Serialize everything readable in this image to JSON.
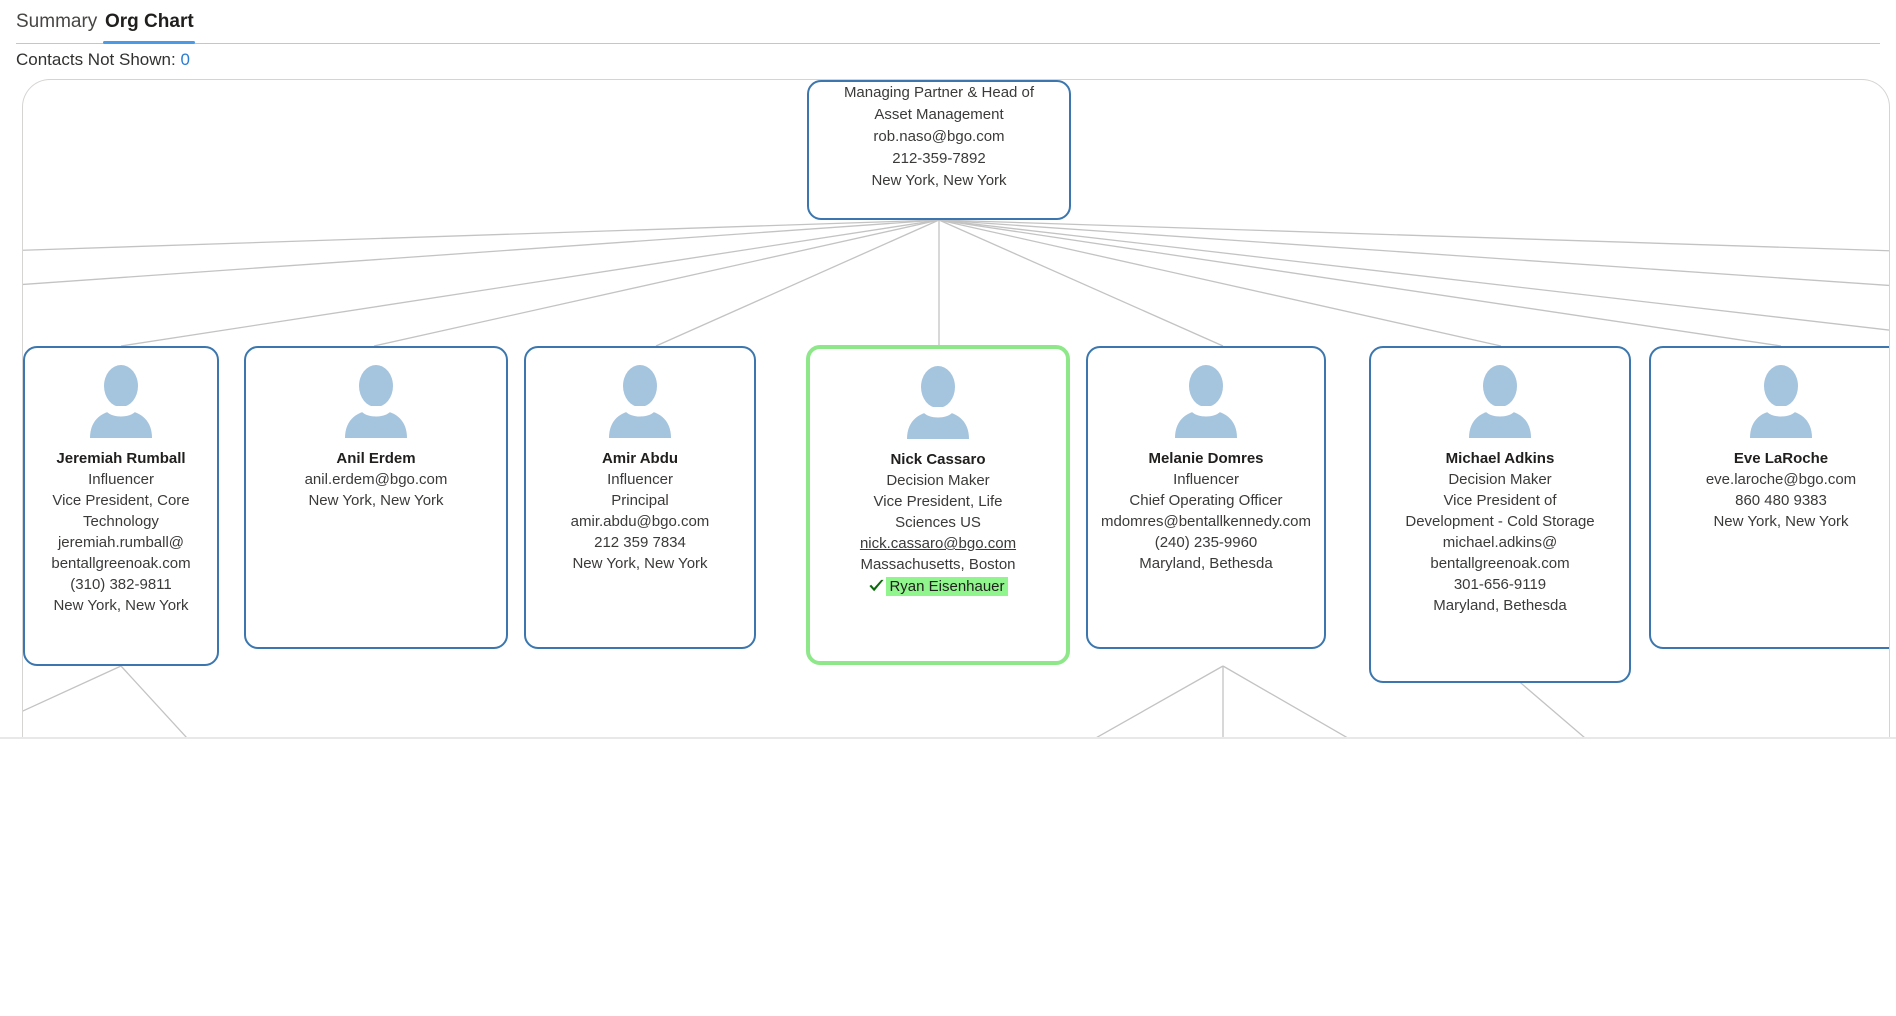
{
  "tabs": [
    {
      "label": "Summary",
      "active": false
    },
    {
      "label": "Org Chart",
      "active": true
    }
  ],
  "subheader": {
    "label": "Contacts Not Shown:",
    "count": "0"
  },
  "colors": {
    "node_border": "#3b77ae",
    "selected_border": "#8ee88a",
    "owner_highlight": "#8ff58c",
    "check": "#127a12",
    "accent": "#4a9ae8",
    "link": "#2b7cd3",
    "avatar": "#a5c4de",
    "edge": "#c3c3c3"
  },
  "chart_data": {
    "type": "org-chart",
    "root": {
      "name": "",
      "title": "Managing Partner & Head of Asset Management",
      "title_line1": "Managing Partner & Head of",
      "title_line2": "Asset Management",
      "email": "rob.naso@bgo.com",
      "phone": "212-359-7892",
      "location": "New York, New York"
    },
    "level1": [
      {
        "name": "Jeremiah Rumball",
        "role": "Influencer",
        "title_line1": "Vice President, Core",
        "title_line2": "Technology",
        "email_line1": "jeremiah.rumball@",
        "email_line2": "bentallgreenoak.com",
        "phone": "(310) 382-9811",
        "location": "New York, New York",
        "selected": false
      },
      {
        "name": "Anil Erdem",
        "role": "",
        "title_line1": "",
        "title_line2": "",
        "email_line1": "anil.erdem@bgo.com",
        "email_line2": "",
        "phone": "",
        "location": "New York, New York",
        "selected": false
      },
      {
        "name": "Amir Abdu",
        "role": "Influencer",
        "title_line1": "Principal",
        "title_line2": "",
        "email_line1": "amir.abdu@bgo.com",
        "email_line2": "",
        "phone": "212 359 7834",
        "location": "New York, New York",
        "selected": false
      },
      {
        "name": "Nick Cassaro",
        "role": "Decision Maker",
        "title_line1": "Vice President, Life",
        "title_line2": "Sciences US",
        "email_line1": "nick.cassaro@bgo.com",
        "email_line2": "",
        "phone": "",
        "location": "Massachusetts, Boston",
        "owner": "Ryan Eisenhauer",
        "selected": true
      },
      {
        "name": "Melanie Domres",
        "role": "Influencer",
        "title_line1": "Chief Operating Officer",
        "title_line2": "",
        "email_line1": "mdomres@bentallkennedy.com",
        "email_line2": "",
        "phone": "(240) 235-9960",
        "location": "Maryland, Bethesda",
        "selected": false
      },
      {
        "name": "Michael Adkins",
        "role": "Decision Maker",
        "title_line1": "Vice President of",
        "title_line2": "Development - Cold Storage",
        "email_line1": "michael.adkins@",
        "email_line2": "bentallgreenoak.com",
        "phone": "301-656-9119",
        "location": "Maryland, Bethesda",
        "selected": false
      },
      {
        "name": "Eve LaRoche",
        "role": "",
        "title_line1": "",
        "title_line2": "",
        "email_line1": "eve.laroche@bgo.com",
        "email_line2": "",
        "phone": "860 480 9383",
        "location": "New York, New York",
        "selected": false
      }
    ],
    "level2_partial_count": 5
  }
}
